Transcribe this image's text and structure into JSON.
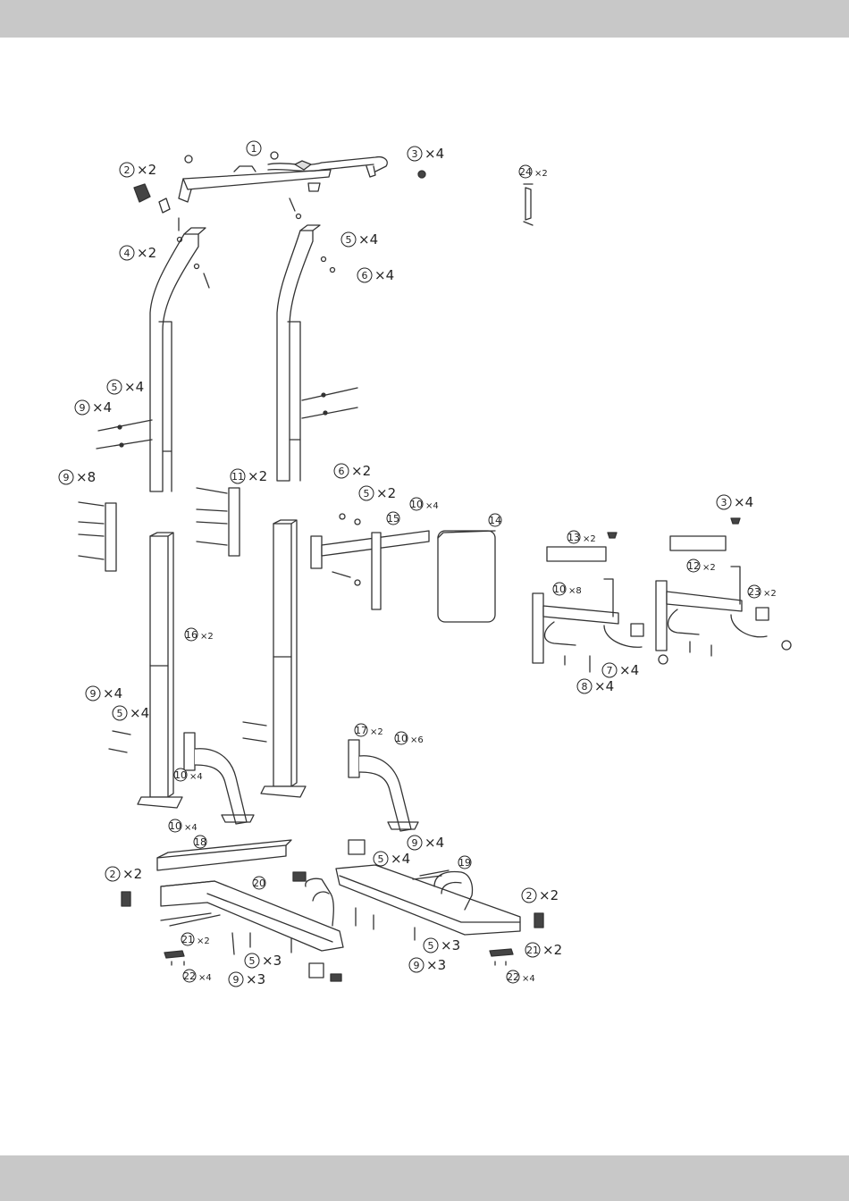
{
  "labels": [
    {
      "num": "1",
      "qty": ""
    },
    {
      "num": "2",
      "qty": "×2"
    },
    {
      "num": "3",
      "qty": "×4"
    },
    {
      "num": "24",
      "qty": "×2"
    },
    {
      "num": "4",
      "qty": "×2"
    },
    {
      "num": "5",
      "qty": "×4"
    },
    {
      "num": "6",
      "qty": "×4"
    },
    {
      "num": "5",
      "qty": "×4"
    },
    {
      "num": "9",
      "qty": "×4"
    },
    {
      "num": "9",
      "qty": "×8"
    },
    {
      "num": "11",
      "qty": "×2"
    },
    {
      "num": "6",
      "qty": "×2"
    },
    {
      "num": "5",
      "qty": "×2"
    },
    {
      "num": "10",
      "qty": "×4"
    },
    {
      "num": "15",
      "qty": ""
    },
    {
      "num": "14",
      "qty": ""
    },
    {
      "num": "3",
      "qty": "×4"
    },
    {
      "num": "13",
      "qty": "×2"
    },
    {
      "num": "12",
      "qty": "×2"
    },
    {
      "num": "10",
      "qty": "×8"
    },
    {
      "num": "23",
      "qty": "×2"
    },
    {
      "num": "7",
      "qty": "×4"
    },
    {
      "num": "8",
      "qty": "×4"
    },
    {
      "num": "16",
      "qty": "×2"
    },
    {
      "num": "9",
      "qty": "×4"
    },
    {
      "num": "5",
      "qty": "×4"
    },
    {
      "num": "10",
      "qty": "×4"
    },
    {
      "num": "17",
      "qty": "×2"
    },
    {
      "num": "10",
      "qty": "×6"
    },
    {
      "num": "10",
      "qty": "×4"
    },
    {
      "num": "18",
      "qty": ""
    },
    {
      "num": "9",
      "qty": "×4"
    },
    {
      "num": "5",
      "qty": "×4"
    },
    {
      "num": "19",
      "qty": ""
    },
    {
      "num": "2",
      "qty": "×2"
    },
    {
      "num": "20",
      "qty": ""
    },
    {
      "num": "2",
      "qty": "×2"
    },
    {
      "num": "21",
      "qty": "×2"
    },
    {
      "num": "5",
      "qty": "×3"
    },
    {
      "num": "22",
      "qty": "×4"
    },
    {
      "num": "9",
      "qty": "×3"
    },
    {
      "num": "5",
      "qty": "×3"
    },
    {
      "num": "9",
      "qty": "×3"
    },
    {
      "num": "21",
      "qty": "×2"
    },
    {
      "num": "22",
      "qty": "×4"
    }
  ]
}
